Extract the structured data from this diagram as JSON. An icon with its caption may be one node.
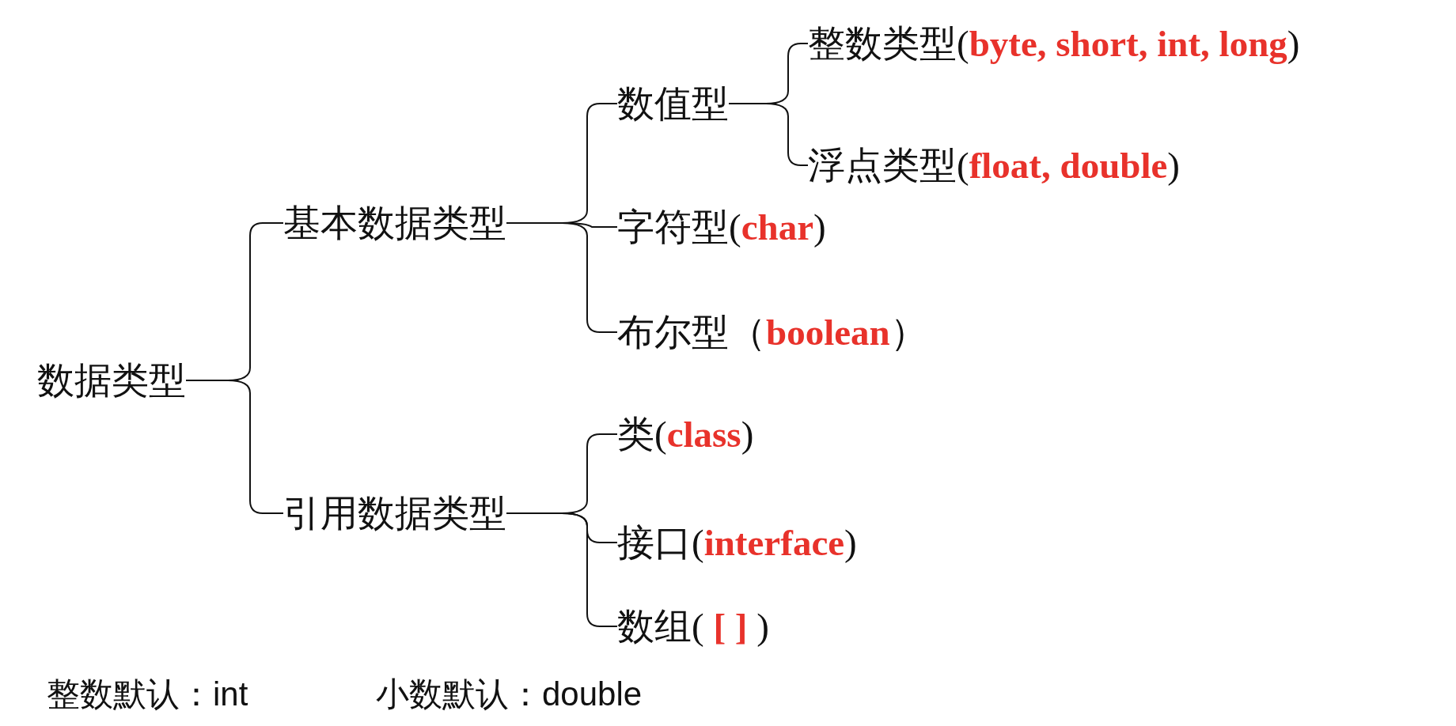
{
  "diagram": {
    "nodes": [
      {
        "text": [
          "数据类型"
        ]
      },
      {
        "text": [
          "基本数据类型"
        ]
      },
      {
        "text": [
          "数值型"
        ]
      },
      {
        "text": [
          "整数类型(**byte, short, int, long**)"
        ]
      },
      {
        "text": [
          "浮点类型(**float, double**)"
        ]
      },
      {
        "text": [
          "字符型(**char**)"
        ]
      },
      {
        "text": [
          "布尔型（**boolean**）"
        ]
      },
      {
        "text": [
          "引用数据类型"
        ]
      },
      {
        "text": [
          "类(**class**)"
        ]
      },
      {
        "text": [
          "接口(**interface**)"
        ]
      },
      {
        "text": [
          "数组( **[ ]** )"
        ]
      }
    ],
    "edges": [
      {
        "from": 0,
        "to": 1,
        "arrow": "none"
      },
      {
        "from": 0,
        "to": 7,
        "arrow": "none"
      },
      {
        "from": 1,
        "to": 2,
        "arrow": "none"
      },
      {
        "from": 1,
        "to": 5,
        "arrow": "none"
      },
      {
        "from": 1,
        "to": 6,
        "arrow": "none"
      },
      {
        "from": 2,
        "to": 3,
        "arrow": "none"
      },
      {
        "from": 2,
        "to": 4,
        "arrow": "none"
      },
      {
        "from": 7,
        "to": 8,
        "arrow": "none"
      },
      {
        "from": 7,
        "to": 9,
        "arrow": "none"
      },
      {
        "from": 7,
        "to": 10,
        "arrow": "none"
      }
    ],
    "labels": [
      "整数默认：int",
      "小数默认：double"
    ]
  }
}
